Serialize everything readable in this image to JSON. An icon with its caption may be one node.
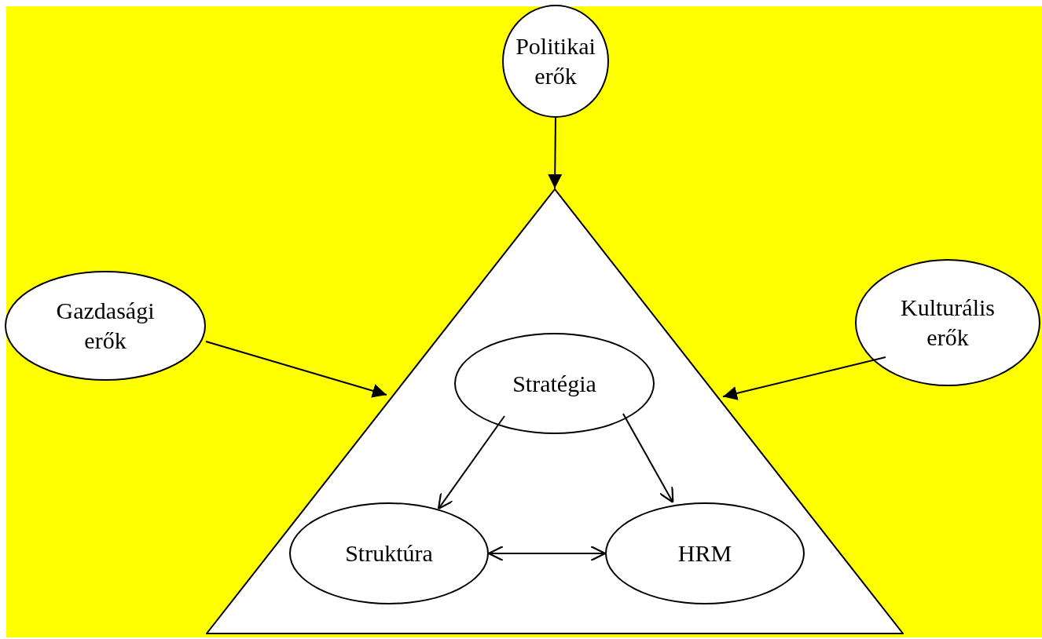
{
  "diagram": {
    "nodes": [
      {
        "text": [
          "Politikai erők"
        ]
      },
      {
        "text": [
          "Gazdasági erők"
        ]
      },
      {
        "text": [
          "Kulturális erők"
        ]
      },
      {
        "text": [],
        "shape": "triangle"
      },
      {
        "text": [
          "Stratégia"
        ],
        "in": 3
      },
      {
        "text": [
          "Struktúra"
        ],
        "in": 3
      },
      {
        "text": [
          "HRM"
        ],
        "in": 3
      }
    ],
    "edges": [
      {
        "from": 0,
        "to": 3,
        "arrow": "to"
      },
      {
        "from": 1,
        "to": 3,
        "arrow": "to"
      },
      {
        "from": 2,
        "to": 3,
        "arrow": "to"
      },
      {
        "from": 4,
        "to": 5,
        "arrow": "to"
      },
      {
        "from": 4,
        "to": 6,
        "arrow": "to"
      },
      {
        "from": 5,
        "to": 6,
        "arrow": "both"
      }
    ]
  }
}
